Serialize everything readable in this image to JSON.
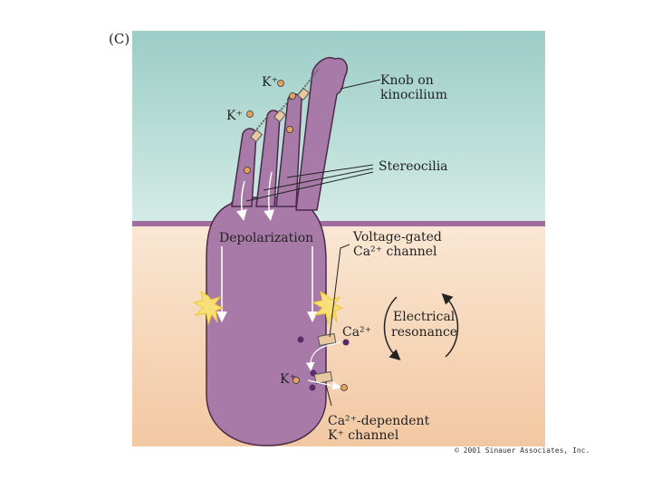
{
  "panel_label": "(C)",
  "labels": {
    "knob": [
      "Knob on",
      "kinocilium"
    ],
    "stereocilia": "Stereocilia",
    "depolarization": "Depolarization",
    "vg_channel": [
      "Voltage-gated",
      "Ca²⁺ channel"
    ],
    "k_top1": "K⁺",
    "k_top2": "K⁺",
    "ca": "Ca²⁺",
    "k_bottom": "K⁺",
    "electrical": [
      "Electrical",
      "resonance"
    ],
    "kca_channel": [
      "Ca²⁺-dependent",
      "K⁺ channel"
    ]
  },
  "copyright": "© 2001 Sinauer Associates, Inc.",
  "colors": {
    "top_background": "#c7e2dd",
    "bottom_background": "#f3d3b2",
    "membrane_line": "#a06e9e",
    "cell_fill": "#a87aa8",
    "k_ion": "#e3a35a",
    "ca_ion": "#5a2a6a"
  }
}
